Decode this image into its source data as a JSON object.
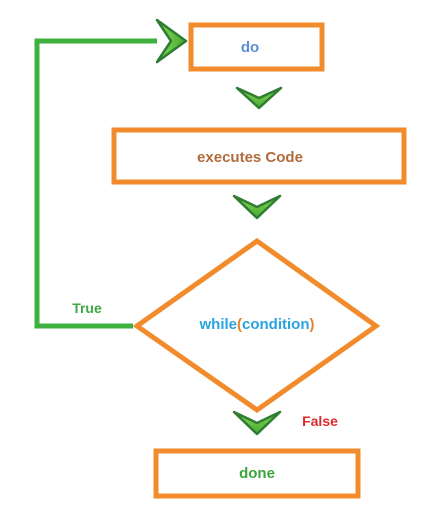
{
  "flowchart": {
    "nodes": {
      "do": {
        "label": "do"
      },
      "executes": {
        "label": "executes Code"
      },
      "condition": {
        "prefix": "while",
        "open_paren": "(",
        "middle": "condition",
        "close_paren": ")"
      },
      "done": {
        "label": "done"
      }
    },
    "edges": {
      "true_label": "True",
      "false_label": "False"
    }
  },
  "colors": {
    "box_border": "#f28b2c",
    "arrow_green": "#3db13d",
    "chevron_fill": "#67c23a",
    "chevron_dark": "#2e7d32",
    "text_do": "#5b8fd6",
    "text_executes": "#b06a3b",
    "text_while": "#2aa3df",
    "text_paren": "#d9882f",
    "text_true": "#3ea844",
    "text_false": "#dd2b2b",
    "text_done": "#3aa63a"
  }
}
